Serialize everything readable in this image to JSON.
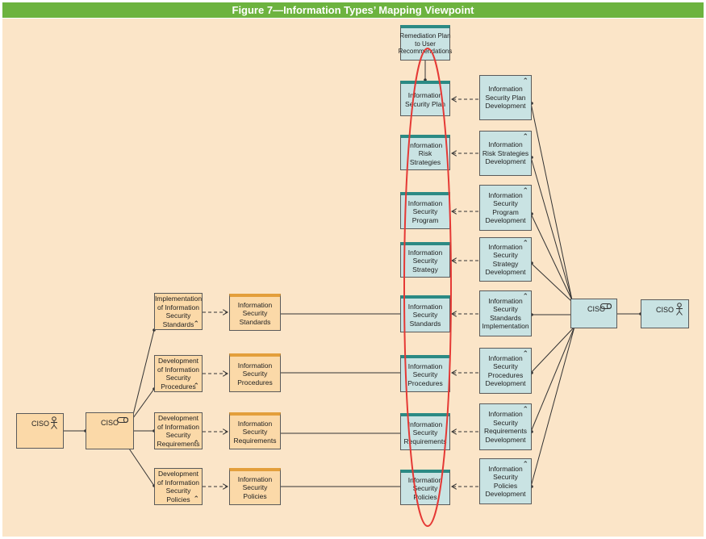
{
  "title": "Figure 7—Information Types’ Mapping Viewpoint",
  "colors": {
    "title_bar": "#6db33f",
    "background": "#fbe5c8",
    "orange_element": "#fbd9a8",
    "blue_element": "#c9e3e3",
    "highlight_ellipse": "#e53935"
  },
  "left_actor": {
    "label": "CISO",
    "icon": "actor-icon"
  },
  "left_role": {
    "label": "CISO",
    "icon": "role-icon"
  },
  "left_processes": [
    {
      "label": "Implementation of Information Security Standards",
      "icon": "process-icon"
    },
    {
      "label": "Development of Information Security Procedures",
      "icon": "process-icon"
    },
    {
      "label": "Development of Information Security Requirements",
      "icon": "process-icon"
    },
    {
      "label": "Development of Information Security Policies",
      "icon": "process-icon"
    }
  ],
  "left_objects": [
    {
      "label": "Information Security Standards"
    },
    {
      "label": "Information Security Procedures"
    },
    {
      "label": "Information Security Requirements"
    },
    {
      "label": "Information Security Policies"
    }
  ],
  "center_top_object": {
    "label": "Remediation Plan to User Recommendations"
  },
  "center_objects": [
    {
      "label": "Information Security Plan"
    },
    {
      "label": "Information Risk Strategies"
    },
    {
      "label": "Information Security Program"
    },
    {
      "label": "Information Security Strategy"
    },
    {
      "label": "Information Security Standards"
    },
    {
      "label": "Information Security Procedures"
    },
    {
      "label": "Information Security Requirements"
    },
    {
      "label": "Information Security Policies"
    }
  ],
  "right_processes": [
    {
      "label": "Information Security Plan Development",
      "icon": "process-icon"
    },
    {
      "label": "Information Risk Strategies Development",
      "icon": "process-icon"
    },
    {
      "label": "Information Security Program Development",
      "icon": "process-icon"
    },
    {
      "label": "Information Security Strategy Development",
      "icon": "process-icon"
    },
    {
      "label": "Information Security Standards Implementation",
      "icon": "process-icon"
    },
    {
      "label": "Information Security Procedures Development",
      "icon": "process-icon"
    },
    {
      "label": "Information Security Requirements Development",
      "icon": "process-icon"
    },
    {
      "label": "Information Security Policies Development",
      "icon": "process-icon"
    }
  ],
  "right_role": {
    "label": "CISO",
    "icon": "role-icon"
  },
  "right_actor": {
    "label": "CISO",
    "icon": "actor-icon"
  }
}
